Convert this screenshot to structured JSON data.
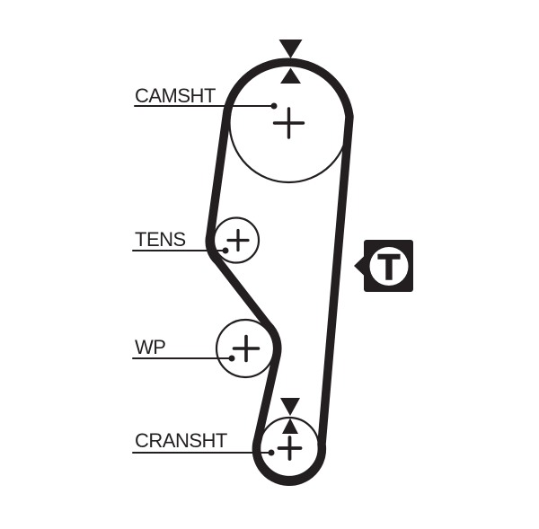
{
  "diagram": {
    "title": "timing-belt-routing-diagram",
    "labels": {
      "camshaft": "CAMSHT",
      "tensioner": "TENS",
      "water_pump": "WP",
      "crankshaft": "CRANSHT"
    },
    "timing_mark": {
      "letter": "T"
    },
    "colors": {
      "ink": "#231f20",
      "paper": "#ffffff"
    }
  }
}
